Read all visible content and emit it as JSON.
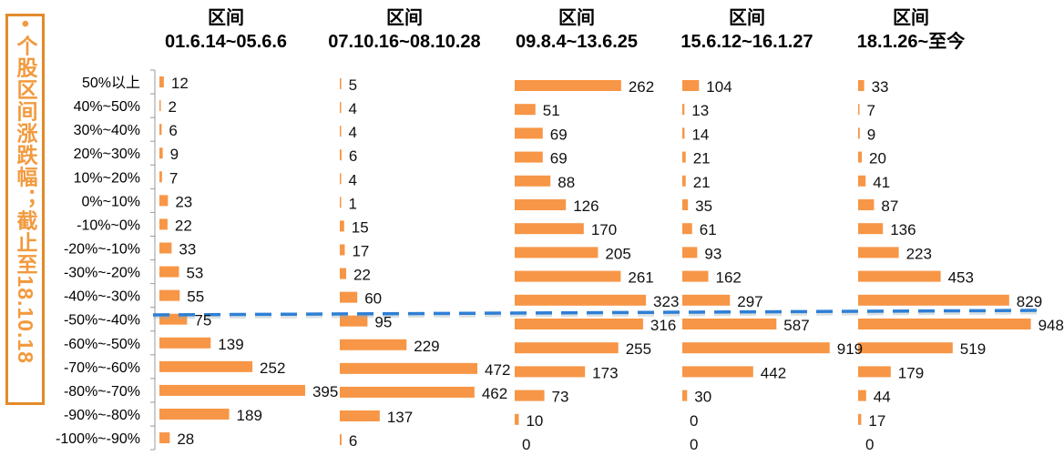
{
  "side_label": "• 个股区间涨跌幅；截止至18.10.18",
  "colors": {
    "bar": "#f79646",
    "line": "#2e7fd6",
    "label_border": "#e38a2a",
    "label_text": "#f29a3e"
  },
  "chart_data": {
    "type": "bar",
    "orientation": "horizontal",
    "categories": [
      "50%以上",
      "40%~50%",
      "30%~40%",
      "20%~30%",
      "10%~20%",
      "0%~10%",
      "-10%~0%",
      "-20%~-10%",
      "-30%~-20%",
      "-40%~-30%",
      "-50%~-40%",
      "-60%~-50%",
      "-70%~-60%",
      "-80%~-70%",
      "-90%~-80%",
      "-100%~-90%"
    ],
    "reference_line": {
      "between": [
        "-40%~-30%",
        "-50%~-40%"
      ],
      "style": "dashed"
    },
    "panels": [
      {
        "title_line1": "区间",
        "title_line2": "01.6.14~05.6.6",
        "values": [
          12,
          2,
          6,
          9,
          7,
          23,
          22,
          33,
          53,
          55,
          75,
          139,
          252,
          395,
          189,
          28
        ]
      },
      {
        "title_line1": "区间",
        "title_line2": "07.10.16~08.10.28",
        "values": [
          5,
          4,
          4,
          6,
          4,
          1,
          15,
          17,
          22,
          60,
          95,
          229,
          472,
          462,
          137,
          6
        ]
      },
      {
        "title_line1": "区间",
        "title_line2": "09.8.4~13.6.25",
        "values": [
          262,
          51,
          69,
          69,
          88,
          126,
          170,
          205,
          261,
          323,
          316,
          255,
          173,
          73,
          10,
          0
        ]
      },
      {
        "title_line1": "区间",
        "title_line2": "15.6.12~16.1.27",
        "values": [
          104,
          13,
          14,
          21,
          21,
          35,
          61,
          93,
          162,
          297,
          587,
          919,
          442,
          30,
          0,
          0
        ]
      },
      {
        "title_line1": "区间",
        "title_line2": "18.1.26~至今",
        "values": [
          33,
          7,
          9,
          20,
          41,
          87,
          136,
          223,
          453,
          829,
          948,
          519,
          179,
          44,
          17,
          0
        ]
      }
    ]
  }
}
